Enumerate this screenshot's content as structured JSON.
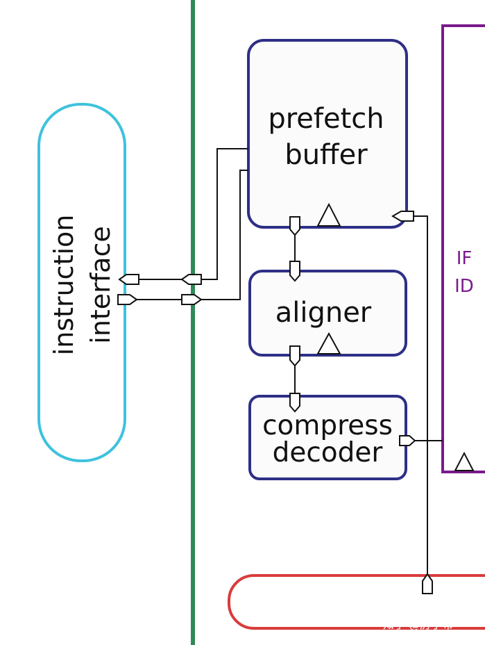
{
  "blocks": {
    "instruction_interface": {
      "line1": "instruction",
      "line2": "interface",
      "color": "#3ec2dd"
    },
    "prefetch_buffer": {
      "line1": "prefetch",
      "line2": "buffer",
      "color": "#2e2f86"
    },
    "aligner": {
      "label": "aligner",
      "color": "#2e2f86"
    },
    "compress_decoder": {
      "line1": "compress",
      "line2": "decoder",
      "color": "#2e2f86"
    },
    "if_id_register": {
      "line1": "IF",
      "line2": "ID",
      "color": "#7a1a8c"
    },
    "bottom_block": {
      "color": "#d93b3b"
    }
  },
  "boundary_color": "#2e8b57",
  "watermark": "知乎 @厉小布"
}
